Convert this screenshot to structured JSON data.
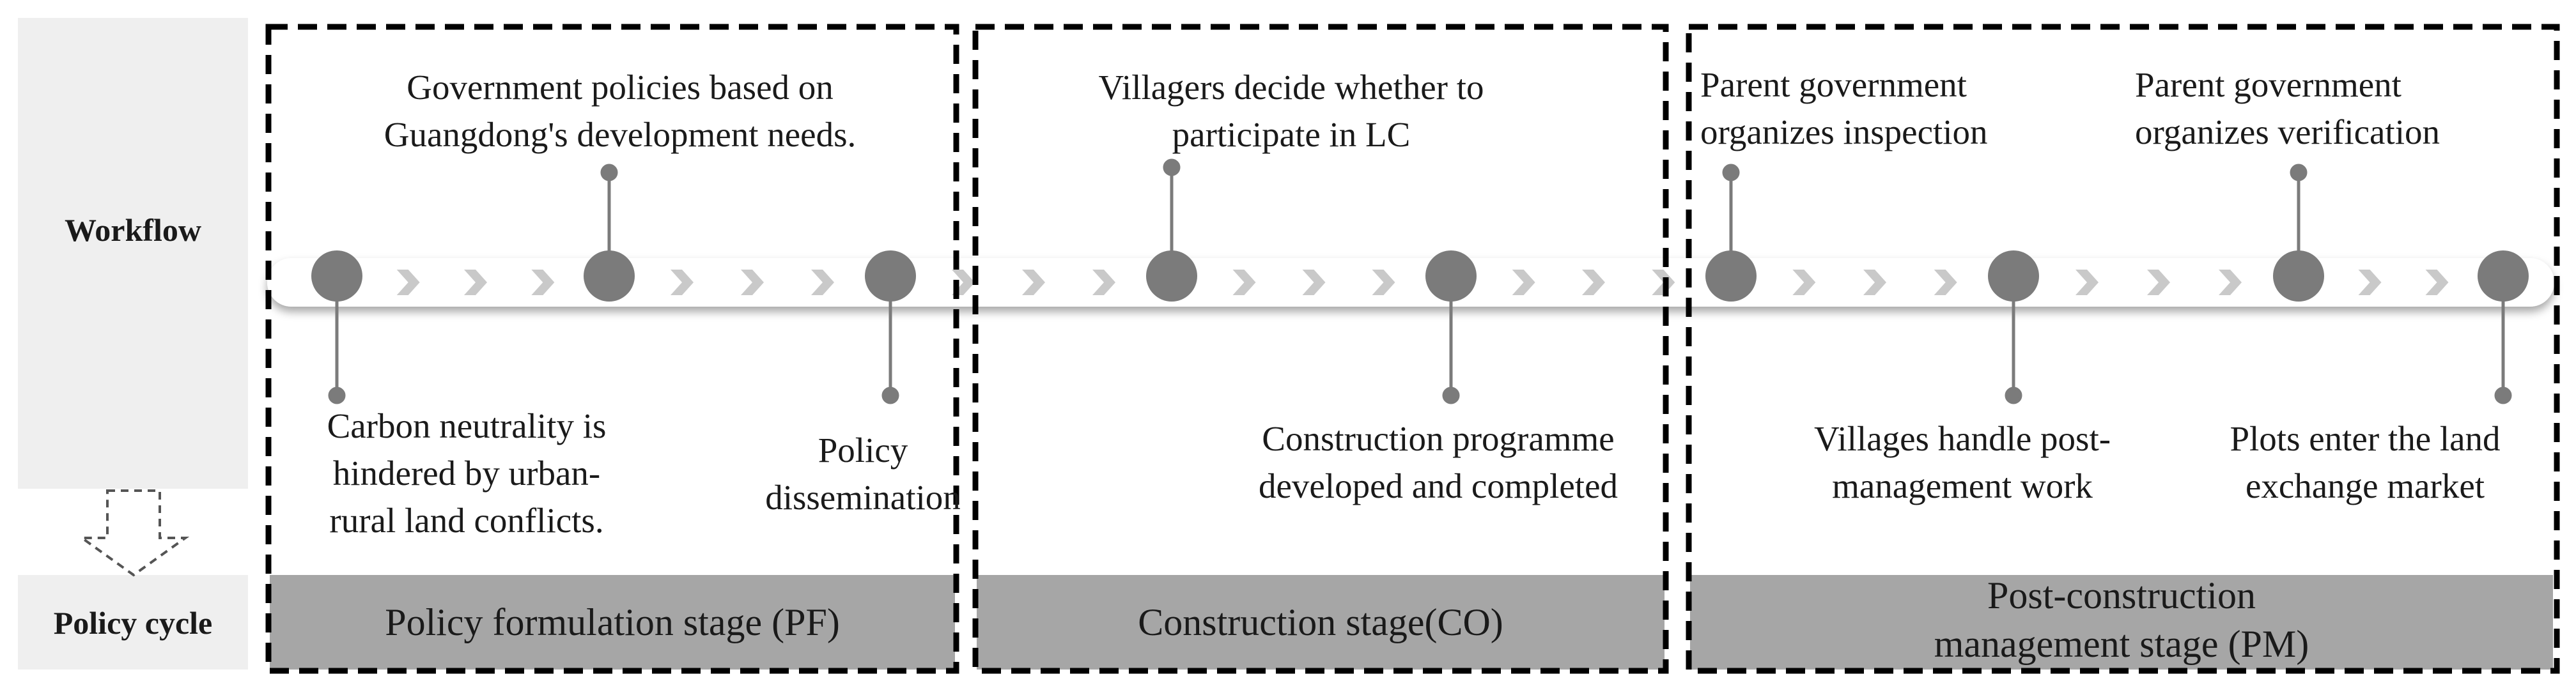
{
  "side_labels": {
    "workflow": "Workflow",
    "policy_cycle": "Policy cycle"
  },
  "events": {
    "pf_top": "Government policies based on\nGuangdong's development needs.",
    "pf_bottom_left": "Carbon neutrality is\nhindered by urban-\nrural land conflicts.",
    "pf_bottom_right": "Policy\ndissemination",
    "co_top": "Villagers decide whether to\nparticipate in LC",
    "co_bottom": "Construction programme\ndeveloped and completed",
    "pm_top_left": "Parent government\norganizes inspection",
    "pm_top_right": "Parent government\norganizes verification",
    "pm_bottom_left": "Villages handle post-\nmanagement work",
    "pm_bottom_right": "Plots enter the land\nexchange market"
  },
  "stages": {
    "pf": "Policy formulation stage (PF)",
    "co": "Construction stage(CO)",
    "pm": "Post-construction\nmanagement stage (PM)"
  },
  "colors": {
    "node": "#7b7b7b",
    "chevron": "#c9c9c9",
    "stage_bar": "#a6a6a6",
    "side_panel": "#efefef",
    "dash": "#000000"
  }
}
